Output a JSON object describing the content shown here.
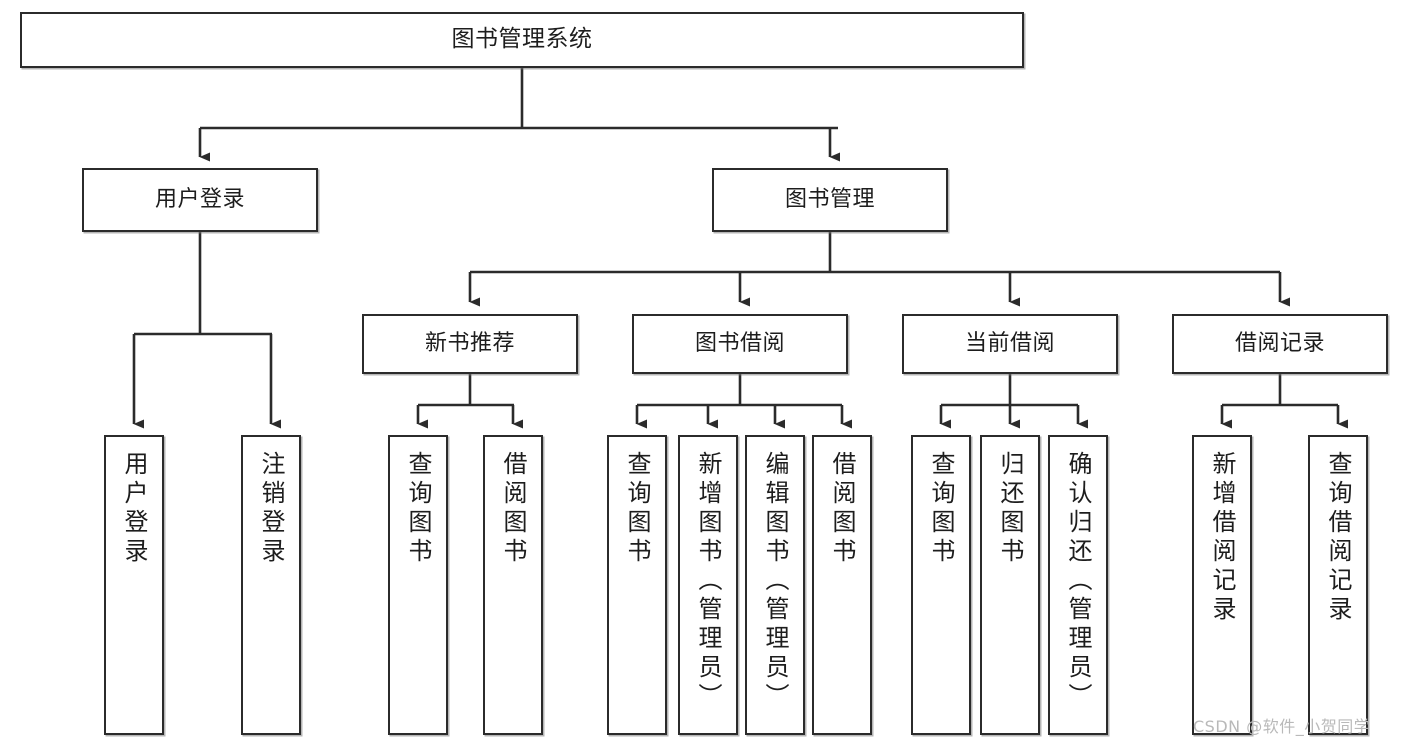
{
  "diagram": {
    "type": "tree-hierarchy-chart",
    "title": "图书管理系统",
    "colors": {
      "background": "#ffffff",
      "node_border": "#2b2b2b",
      "node_fill": "#ffffff",
      "connector": "#2b2b2b",
      "text": "#1d1d1d",
      "watermark": "#b9b9b9"
    },
    "levels": {
      "root": {
        "label": "图书管理系统"
      },
      "level2": [
        {
          "label": "用户登录"
        },
        {
          "label": "图书管理"
        }
      ],
      "level3": [
        {
          "label": "新书推荐"
        },
        {
          "label": "图书借阅"
        },
        {
          "label": "当前借阅"
        },
        {
          "label": "借阅记录"
        }
      ],
      "leaves": {
        "user_login": [
          {
            "label": "用户登录"
          },
          {
            "label": "注销登录"
          }
        ],
        "new_book_recommend": [
          {
            "label": "查询图书"
          },
          {
            "label": "借阅图书"
          }
        ],
        "book_borrow": [
          {
            "label": "查询图书"
          },
          {
            "label": "新增图书（管理员）"
          },
          {
            "label": "编辑图书（管理员）"
          },
          {
            "label": "借阅图书"
          }
        ],
        "current_borrow": [
          {
            "label": "查询图书"
          },
          {
            "label": "归还图书"
          },
          {
            "label": "确认归还（管理员）"
          }
        ],
        "borrow_records": [
          {
            "label": "新增借阅记录"
          },
          {
            "label": "查询借阅记录"
          }
        ]
      }
    },
    "watermark": "CSDN @软件_小贺同学"
  }
}
